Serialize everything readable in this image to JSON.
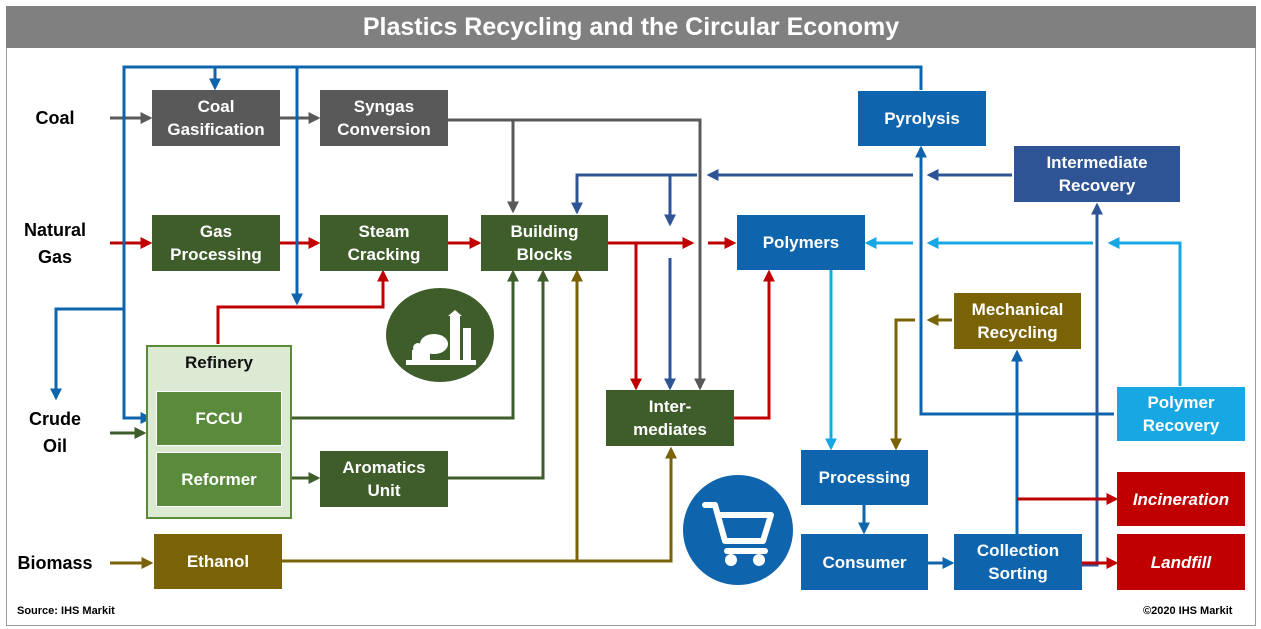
{
  "title": "Plastics Recycling and the Circular Economy",
  "sources": {
    "coal": "Coal",
    "natural_gas": "Natural\nGas",
    "crude_oil": "Crude\nOil",
    "biomass": "Biomass"
  },
  "boxes": {
    "coal_gasification": "Coal\nGasification",
    "syngas_conversion": "Syngas\nConversion",
    "gas_processing": "Gas\nProcessing",
    "steam_cracking": "Steam\nCracking",
    "building_blocks": "Building\nBlocks",
    "refinery": "Refinery",
    "fccu": "FCCU",
    "reformer": "Reformer",
    "aromatics_unit": "Aromatics\nUnit",
    "ethanol": "Ethanol",
    "intermediates": "Inter-\nmediates",
    "polymers": "Polymers",
    "pyrolysis": "Pyrolysis",
    "intermediate_recovery": "Intermediate\nRecovery",
    "mechanical_recycling": "Mechanical\nRecycling",
    "polymer_recovery": "Polymer\nRecovery",
    "processing": "Processing",
    "consumer": "Consumer",
    "collection_sorting": "Collection\nSorting",
    "incineration": "Incineration",
    "landfill": "Landfill"
  },
  "icons": {
    "plant": "chemical-plant-icon",
    "cart": "shopping-cart-icon"
  },
  "footer": {
    "source": "Source: IHS Markit",
    "copyright": "©2020 IHS Markit"
  },
  "colors": {
    "title_bar": "#808080",
    "coal_flow": "#595959",
    "gas_flow": "#c00000",
    "crude_flow": "#0f64ae",
    "refinery_green": "#3e5d2b",
    "biomass_flow": "#7a6206",
    "recovery_navy": "#2e5495",
    "polymer_sky": "#17a8e4"
  }
}
